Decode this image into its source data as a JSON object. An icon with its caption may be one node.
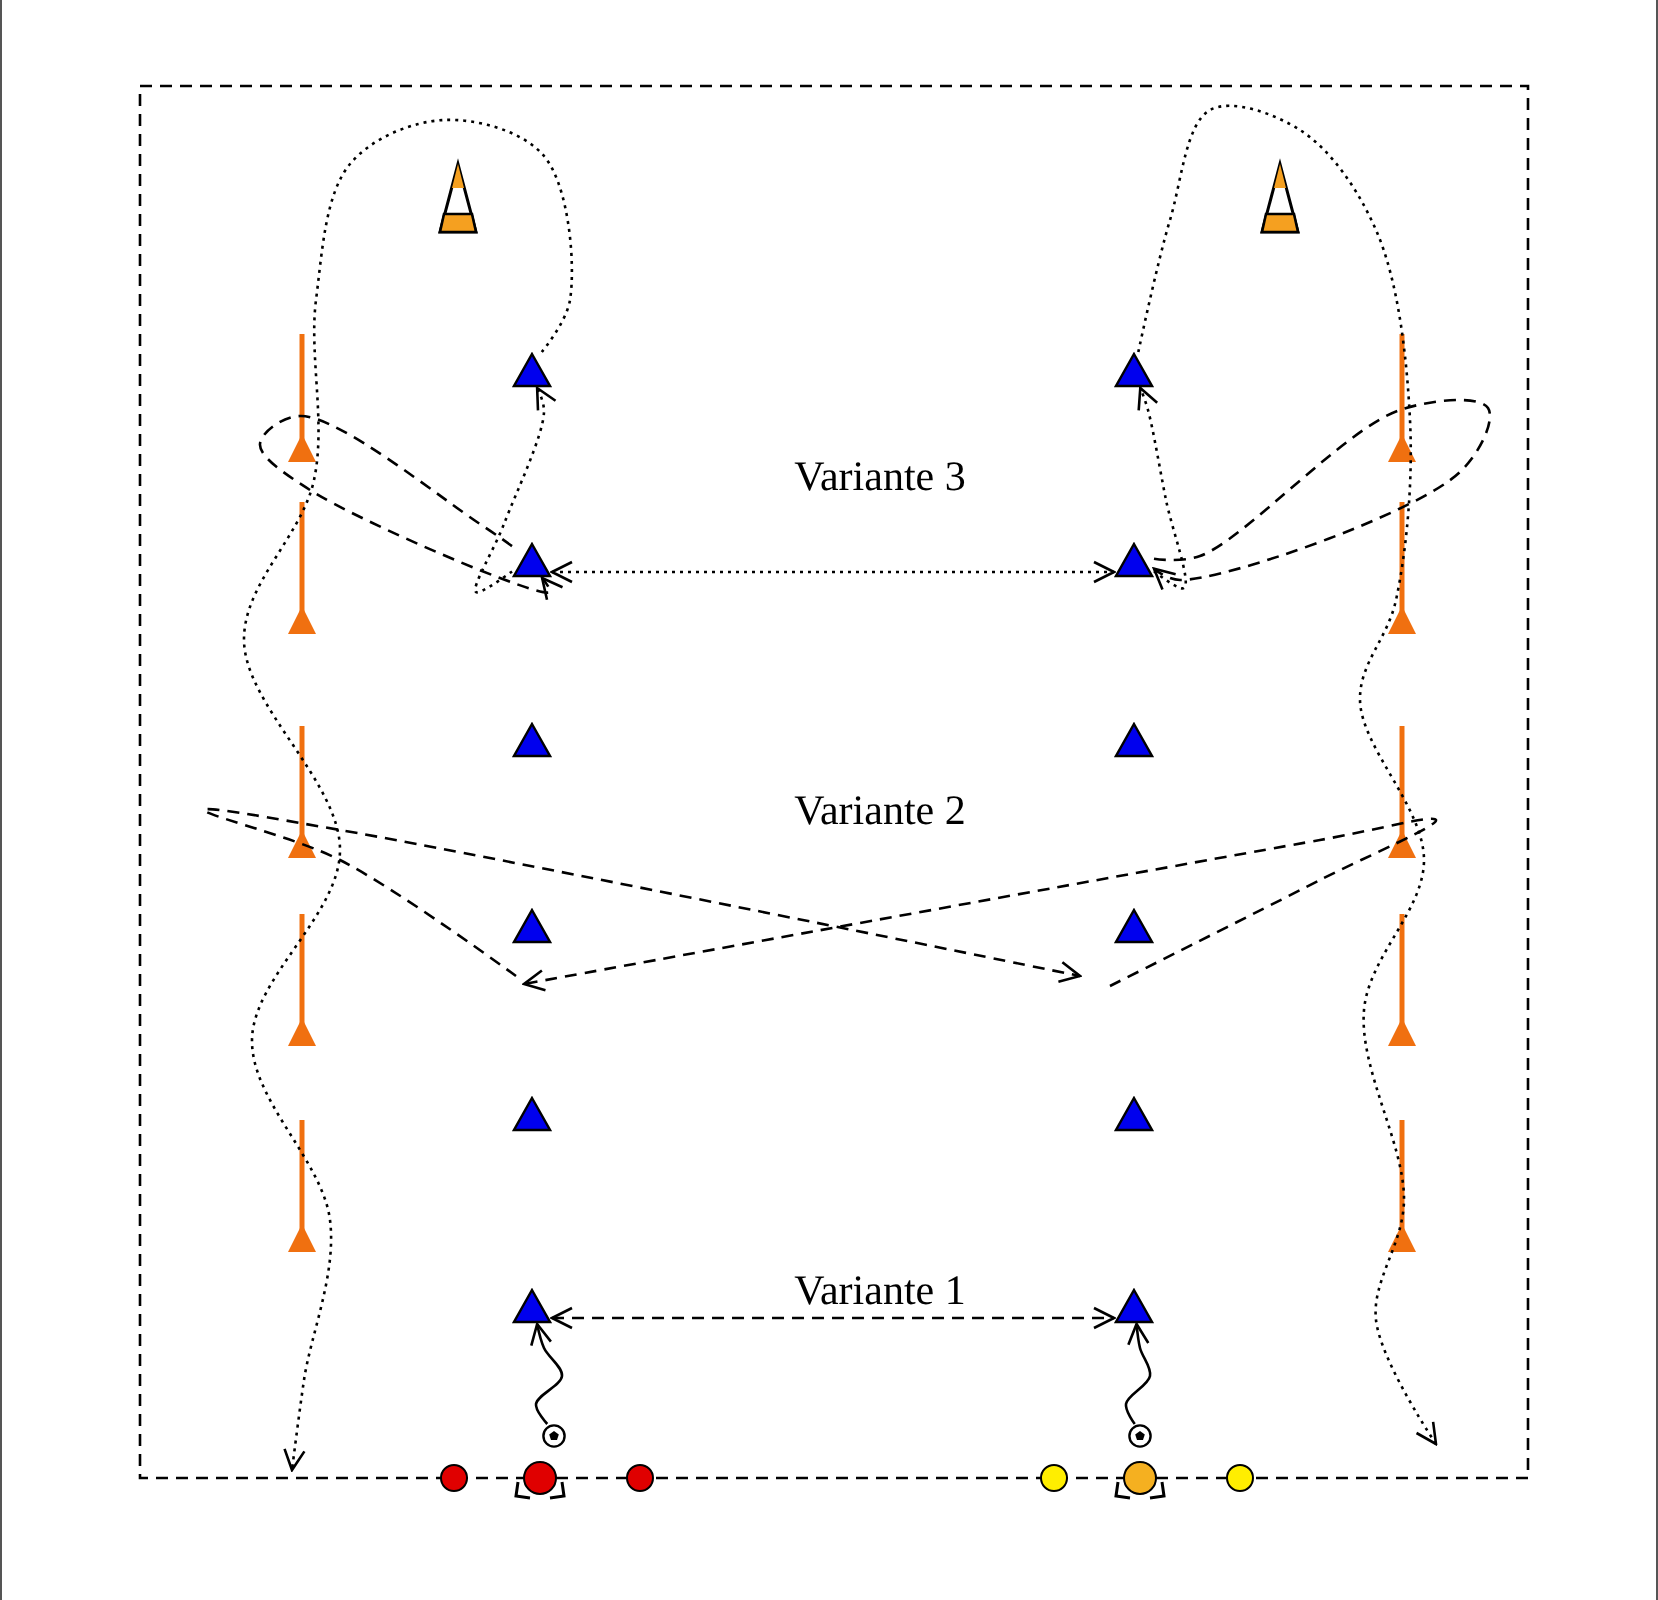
{
  "diagram": {
    "nodes": [
      {
        "text": [],
        "shape": "triangle"
      },
      {
        "text": [],
        "shape": "triangle"
      },
      {
        "text": [],
        "shape": "triangle"
      },
      {
        "text": [],
        "shape": "triangle"
      },
      {
        "text": [],
        "shape": "triangle"
      },
      {
        "text": [],
        "shape": "triangle"
      },
      {
        "text": [],
        "shape": "triangle"
      },
      {
        "text": [],
        "shape": "triangle"
      },
      {
        "text": [],
        "shape": "triangle"
      },
      {
        "text": [],
        "shape": "triangle"
      },
      {
        "text": [],
        "shape": "triangle"
      },
      {
        "text": [],
        "shape": "triangle"
      },
      {
        "text": [],
        "shape": "ball"
      },
      {
        "text": [],
        "shape": "ball"
      }
    ],
    "edges": [
      {
        "from": 5,
        "to": 11,
        "arrow": "both",
        "style": "dashed"
      },
      {
        "from": 12,
        "to": 5,
        "arrow": "to"
      },
      {
        "from": 13,
        "to": 11,
        "arrow": "to"
      },
      {
        "from": 1,
        "to": 7,
        "arrow": "both",
        "style": "dashed"
      },
      {
        "from": 1,
        "to": 0,
        "arrow": "to",
        "style": "dashed"
      },
      {
        "from": 7,
        "to": 6,
        "arrow": "to",
        "style": "dashed"
      },
      {
        "from": 0,
        "to": null,
        "arrow": "to",
        "style": "dashed"
      },
      {
        "from": 6,
        "to": null,
        "arrow": "to",
        "style": "dashed"
      },
      {
        "from": 1,
        "to": 1,
        "arrow": "to",
        "style": "dashed"
      },
      {
        "from": 7,
        "to": 7,
        "arrow": "to",
        "style": "dashed"
      }
    ],
    "labels": [
      "Variante 3",
      "Variante 2",
      "Variante 1"
    ]
  }
}
